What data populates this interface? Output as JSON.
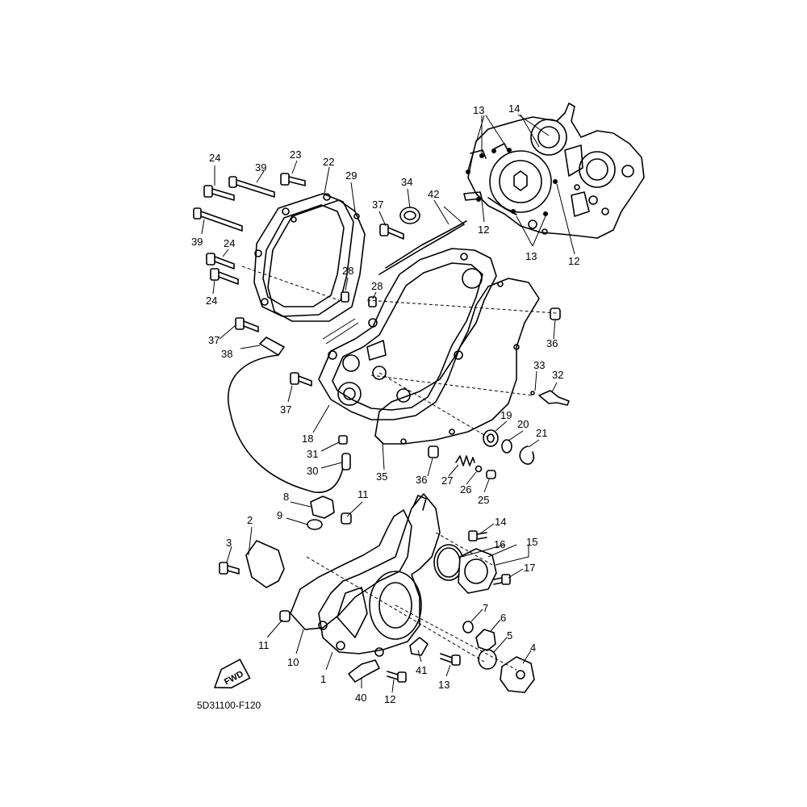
{
  "diagram_code": "5D31100-F120",
  "fwd_label": "FWD",
  "callouts": {
    "c1": "1",
    "c2": "2",
    "c3": "3",
    "c4": "4",
    "c5": "5",
    "c6": "6",
    "c7": "7",
    "c8": "8",
    "c9": "9",
    "c10": "10",
    "c11a": "11",
    "c11b": "11",
    "c12a": "12",
    "c12b": "12",
    "c12c": "12",
    "c13a": "13",
    "c13b": "13",
    "c13c": "13",
    "c14a": "14",
    "c14b": "14",
    "c15": "15",
    "c16": "16",
    "c17": "17",
    "c18": "18",
    "c19": "19",
    "c20": "20",
    "c21": "21",
    "c22": "22",
    "c23": "23",
    "c24a": "24",
    "c24b": "24",
    "c24c": "24",
    "c25": "25",
    "c26": "26",
    "c27": "27",
    "c28a": "28",
    "c28b": "28",
    "c29": "29",
    "c30": "30",
    "c31": "31",
    "c32": "32",
    "c33": "33",
    "c34": "34",
    "c35": "35",
    "c36a": "36",
    "c36b": "36",
    "c37a": "37",
    "c37b": "37",
    "c37c": "37",
    "c38": "38",
    "c39a": "39",
    "c39b": "39",
    "c40": "40",
    "c41": "41",
    "c42": "42"
  }
}
